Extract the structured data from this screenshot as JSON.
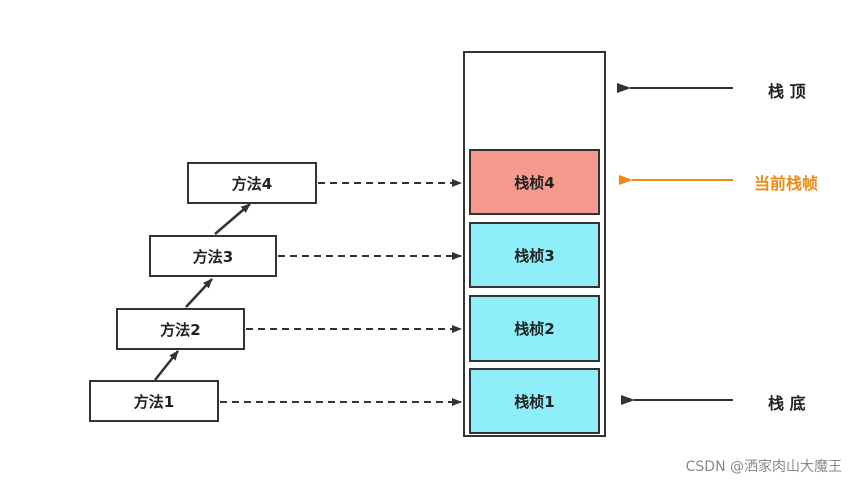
{
  "methods": [
    {
      "label": "方法1"
    },
    {
      "label": "方法2"
    },
    {
      "label": "方法3"
    },
    {
      "label": "方法4"
    }
  ],
  "frames": [
    {
      "label": "栈桢1",
      "color": "#8eeefa"
    },
    {
      "label": "栈桢2",
      "color": "#8eeefa"
    },
    {
      "label": "栈桢3",
      "color": "#8eeefa"
    },
    {
      "label": "栈桢4",
      "color": "#f79a8e"
    }
  ],
  "labels": {
    "top": "栈 顶",
    "current": "当前栈帧",
    "bottom": "栈 底"
  },
  "colors": {
    "highlight": "#f08a12",
    "line": "#333333"
  },
  "watermark": "CSDN @洒家肉山大魔王"
}
